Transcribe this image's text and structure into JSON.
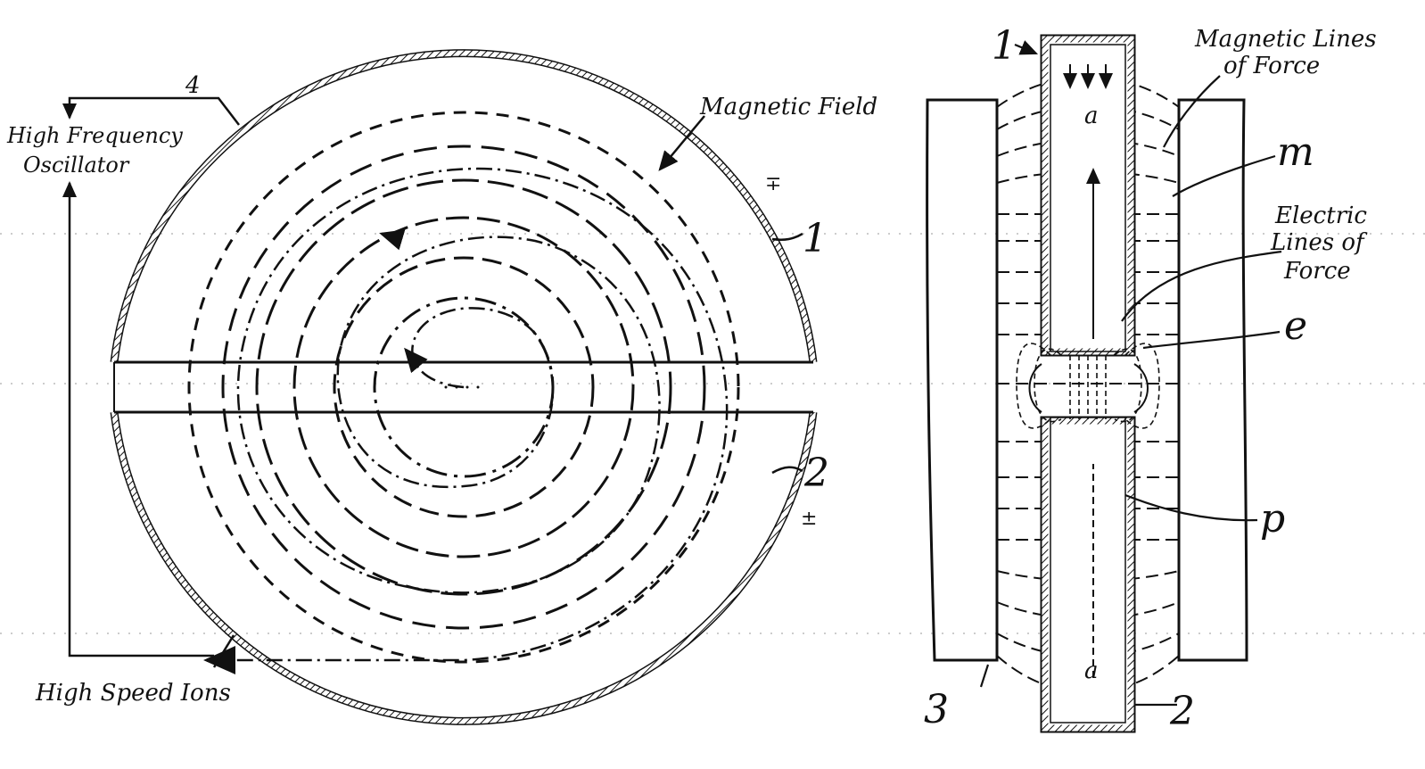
{
  "left_figure": {
    "oscillator_label_line1": "High Frequency",
    "oscillator_label_line2": "Oscillator",
    "ref_4": "4",
    "magnetic_field_label": "Magnetic Field",
    "ref_1": "1",
    "sign_dee1": "∓",
    "ref_2": "2",
    "sign_dee2": "±",
    "ions_label": "High Speed Ions"
  },
  "right_figure": {
    "ref_1": "1",
    "magnetic_lines_line1": "Magnetic Lines",
    "magnetic_lines_line2": "of Force",
    "ref_m": "m",
    "electric_lines_line1": "Electric",
    "electric_lines_line2": "Lines of",
    "electric_lines_line3": "Force",
    "ref_e": "e",
    "ref_p": "p",
    "ref_a_top": "a",
    "ref_a_bottom": "a",
    "ref_3": "3",
    "ref_2": "2"
  },
  "colors": {
    "ink": "#111111",
    "paper": "#ffffff"
  }
}
